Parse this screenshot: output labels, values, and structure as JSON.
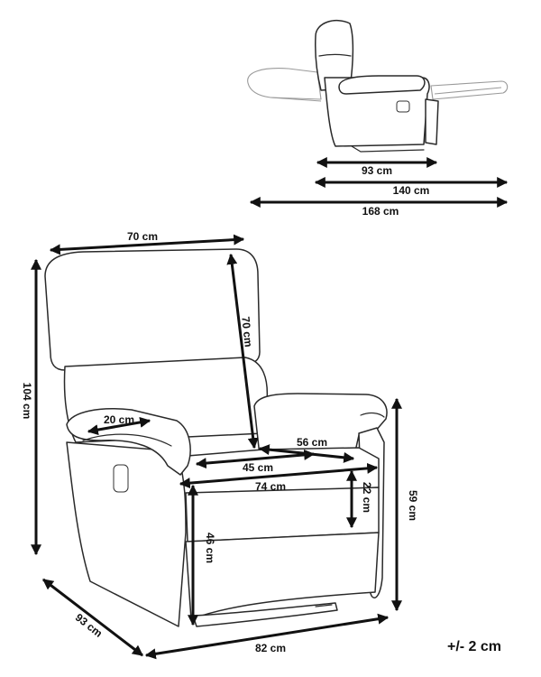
{
  "reclined_view": {
    "depth_label": "93 cm",
    "reclined_length_label": "140 cm",
    "total_length_label": "168 cm"
  },
  "front_view": {
    "width_label": "70 cm",
    "backrest_height_label": "70 cm",
    "total_height_label": "104 cm",
    "armrest_width_label": "20 cm",
    "seat_depth_label": "56 cm",
    "seat_width_label": "45 cm",
    "front_width_label": "74 cm",
    "armrest_above_seat_label": "22 cm",
    "arm_height_label": "59 cm",
    "seat_height_label": "46 cm",
    "depth_label": "93 cm",
    "width_bottom_label": "82 cm"
  },
  "tolerance": "+/- 2 cm"
}
